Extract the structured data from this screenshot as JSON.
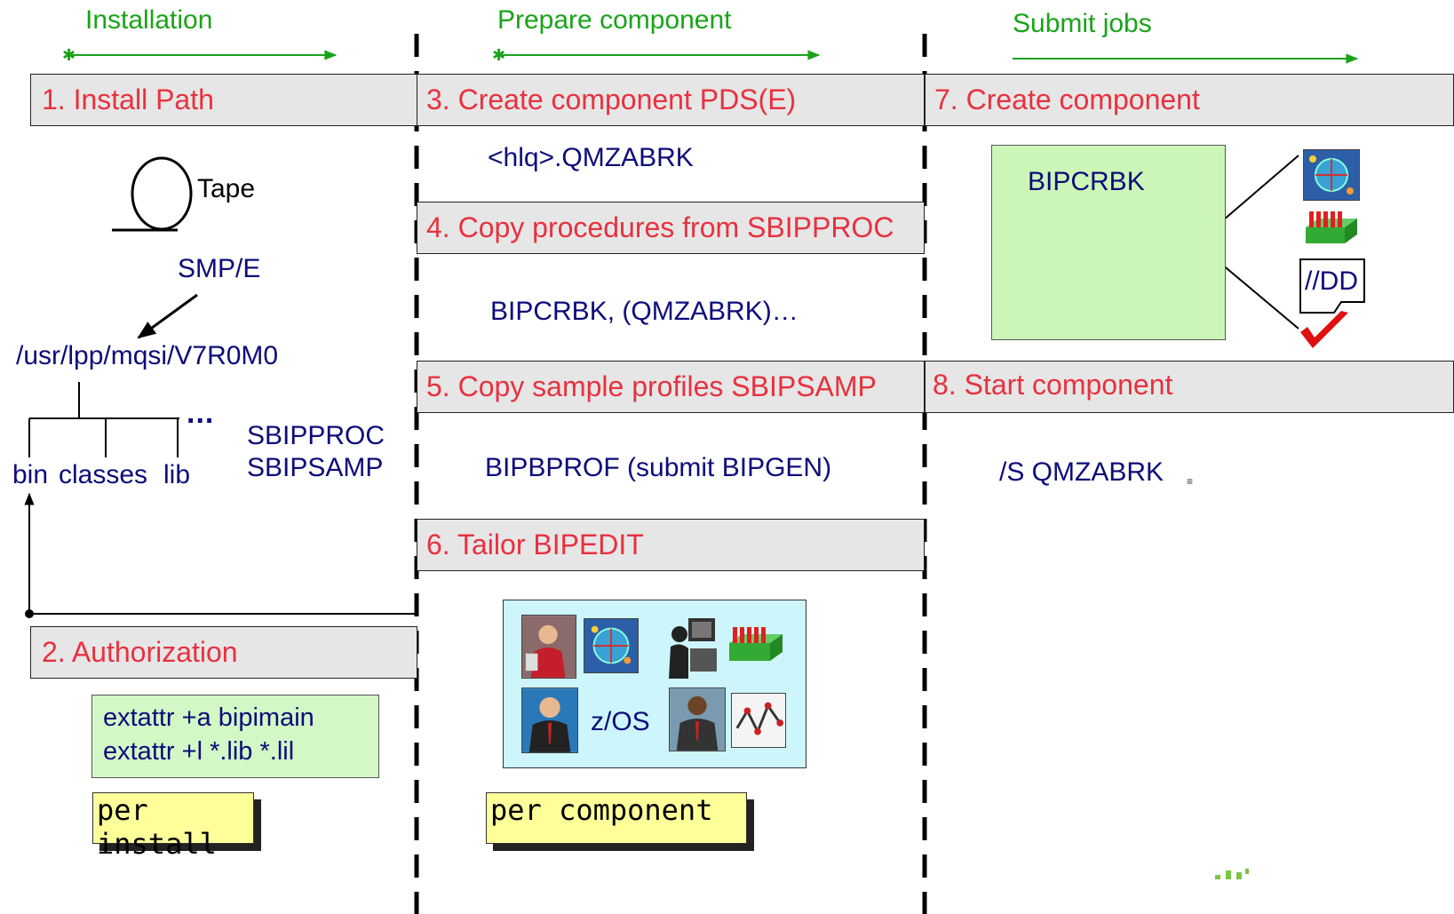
{
  "phases": {
    "installation": "Installation",
    "prepare": "Prepare component",
    "submit": "Submit jobs"
  },
  "steps": {
    "s1": "1. Install Path",
    "s2": "2. Authorization",
    "s3": "3. Create component PDS(E)",
    "s4": "4. Copy procedures from SBIPPROC",
    "s5": "5. Copy sample profiles SBIPSAMP",
    "s6": "6. Tailor BIPEDIT",
    "s7": "7. Create component",
    "s8": "8. Start component"
  },
  "install": {
    "tape": "Tape",
    "smpe": "SMP/E",
    "path": "/usr/lpp/mqsi/V7R0M0",
    "ellipsis": "...",
    "dirs": [
      "bin",
      "classes",
      "lib"
    ],
    "datasets": [
      "SBIPPROC",
      "SBIPSAMP"
    ],
    "auth_cmds": [
      "extattr +a bipimain",
      "extattr +l *.lib *.lil"
    ],
    "note": "per install"
  },
  "prepare": {
    "pds": "<hlq>.QMZABRK",
    "procs": "BIPCRBK, (QMZABRK)…",
    "profiles": "BIPBPROF (submit BIPGEN)",
    "platform": "z/OS",
    "note": "per component"
  },
  "submit": {
    "job": "BIPCRBK",
    "dd": "//DD",
    "start_cmd": "/S QMZABRK"
  },
  "colors": {
    "phase": "#1aa31a",
    "step_text": "#e8313f",
    "step_bg": "#e6e6e6",
    "navy": "#0c0c7a",
    "green_box": "#ccf5b8",
    "note_bg": "#ffff9a",
    "cyan_box": "#ccf6fb"
  }
}
